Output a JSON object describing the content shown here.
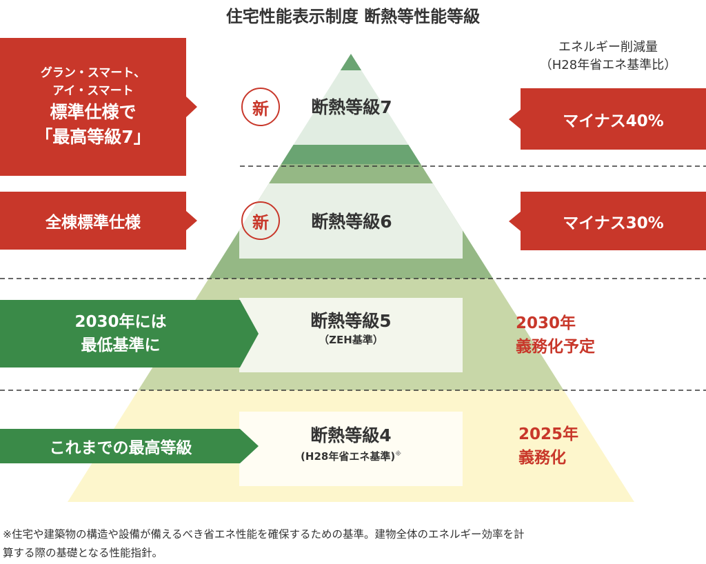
{
  "title": "住宅性能表示制度 断熱等性能等級",
  "colors": {
    "red": "#c8372a",
    "green": "#3a8a48",
    "band_dark": "#6aa472",
    "band_mid": "#95b885",
    "band_light": "#e1ede2",
    "band_olive": "#c8d7a8",
    "band_yellow": "#fdf6cc"
  },
  "energy_header": {
    "line1": "エネルギー削減量",
    "line2": "（H28年省エネ基準比）"
  },
  "levels": [
    {
      "name": "断熱等級7",
      "badge": "新",
      "reduction": "マイナス40%"
    },
    {
      "name": "断熱等級6",
      "badge": "新",
      "reduction": "マイナス30%"
    },
    {
      "name": "断熱等級5",
      "sub": "（ZEH基準）",
      "mandate_line1": "2030年",
      "mandate_line2": "義務化予定"
    },
    {
      "name": "断熱等級4",
      "sub": "(H28年省エネ基準)",
      "sub_note": "※",
      "mandate_line1": "2025年",
      "mandate_line2": "義務化"
    }
  ],
  "left_labels": {
    "l7_line1": "グラン・スマート、",
    "l7_line2": "アイ・スマート",
    "l7_line3": "標準仕様で",
    "l7_line4": "「最高等級7」",
    "l6": "全棟標準仕様",
    "l5_line1": "2030年には",
    "l5_line2": "最低基準に",
    "l4": "これまでの最高等級"
  },
  "footnote": {
    "line1": "※住宅や建築物の構造や設備が備えるべき省エネ性能を確保するための基準。建物全体のエネルギー効率を計",
    "line2": "算する際の基礎となる性能指針。"
  }
}
